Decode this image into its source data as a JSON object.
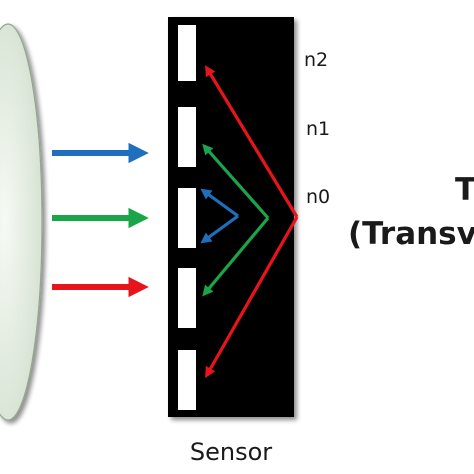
{
  "labels": {
    "order_n2": "n2",
    "order_n1": "n1",
    "order_n0": "n0",
    "sensor": "Sensor",
    "title_line1": "T",
    "title_line2": "(Transv"
  },
  "colors": {
    "lens_fill": "#e8f0e6",
    "sensor_body": "#000000",
    "pixel": "#ffffff",
    "blue": "#1f6fbf",
    "green": "#1aa54a",
    "red": "#e8141c"
  },
  "icons": {
    "lens": "convex-lens",
    "incoming_beams": "arrow-right"
  }
}
